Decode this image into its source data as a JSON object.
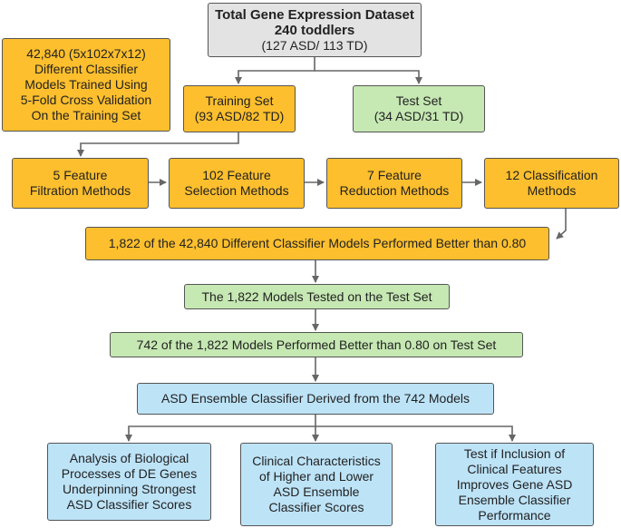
{
  "colors": {
    "orange": "#fdbf2d",
    "green": "#c6e8b3",
    "gray": "#e3e3e3",
    "blue": "#bde3f7",
    "border": "#555555",
    "arrow": "#666666"
  },
  "boxes": {
    "dataset": {
      "title": "Total Gene Expression Dataset",
      "subtitle": "240 toddlers",
      "detail": "(127 ASD/ 113 TD)"
    },
    "cv_note": {
      "lines": [
        "42,840 (5x102x7x12)",
        "Different Classifier",
        "Models Trained Using",
        "5-Fold Cross Validation",
        "On the Training Set"
      ]
    },
    "training_set": {
      "title": "Training Set",
      "detail": "(93 ASD/82 TD)"
    },
    "test_set": {
      "title": "Test Set",
      "detail": "(34 ASD/31 TD)"
    },
    "filtration": {
      "lines": [
        "5 Feature",
        "Filtration Methods"
      ]
    },
    "selection": {
      "lines": [
        "102 Feature",
        "Selection Methods"
      ]
    },
    "reduction": {
      "lines": [
        "7 Feature",
        "Reduction Methods"
      ]
    },
    "classification": {
      "lines": [
        "12 Classification",
        "Methods"
      ]
    },
    "performed_better": {
      "text": "1,822 of the 42,840 Different Classifier Models Performed Better than 0.80"
    },
    "tested": {
      "text": "The 1,822 Models Tested on the Test Set"
    },
    "test_better": {
      "text": "742 of the 1,822 Models Performed Better than 0.80 on Test Set"
    },
    "ensemble": {
      "text": "ASD Ensemble Classifier Derived from the 742 Models"
    },
    "analysis": {
      "lines": [
        "Analysis of Biological",
        "Processes of DE Genes",
        "Underpinning Strongest",
        "ASD Classifier Scores"
      ]
    },
    "clinical": {
      "lines": [
        "Clinical Characteristics",
        "of Higher and Lower",
        "ASD Ensemble",
        "Classifier Scores"
      ]
    },
    "inclusion": {
      "lines": [
        "Test if Inclusion of",
        "Clinical Features",
        "Improves Gene ASD",
        "Ensemble Classifier",
        "Performance"
      ]
    }
  }
}
